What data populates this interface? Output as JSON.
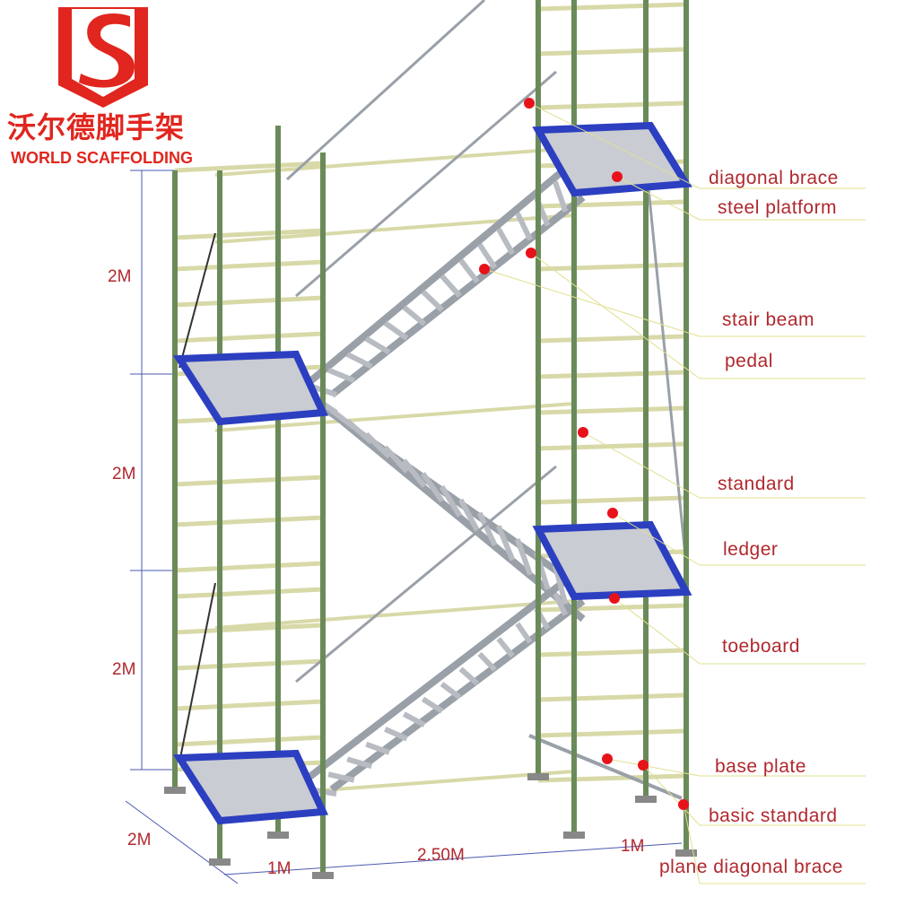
{
  "logo": {
    "chinese": "沃尔德脚手架",
    "english": "WORLD SCAFFOLDING",
    "color": "#e0261e"
  },
  "labels": [
    "diagonal brace",
    "steel platform",
    "stair beam",
    "pedal",
    "standard",
    "ledger",
    "toeboard",
    "base plate",
    "basic standard",
    "plane diagonal brace"
  ],
  "dimensions": {
    "heights": [
      "2M",
      "2M",
      "2M"
    ],
    "depth": "2M",
    "bottom": [
      "1M",
      "2.50M",
      "1M"
    ]
  },
  "colors": {
    "label": "#b0282e",
    "standard": "#6b8a5a",
    "ledger": "#d8d9a8",
    "platform": "#2c3fc0",
    "dot": "#e8121a"
  }
}
